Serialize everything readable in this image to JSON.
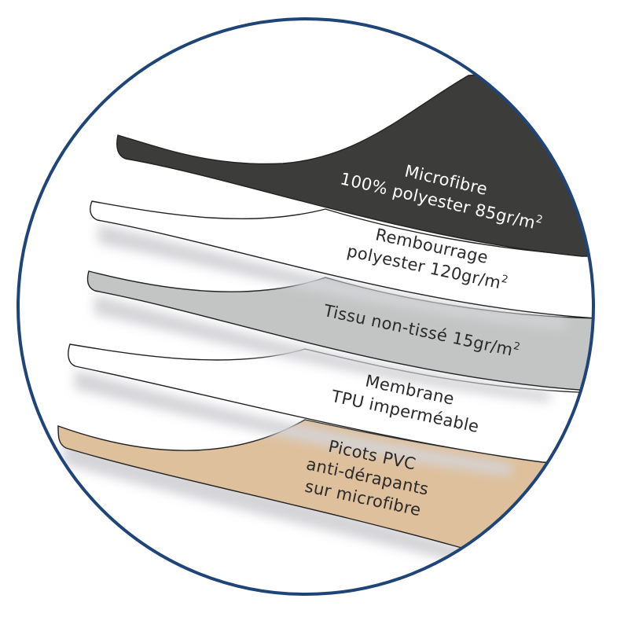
{
  "colors": {
    "circle_border": "#1f4478",
    "outline": "#222222",
    "shadow": "#d4d4d8"
  },
  "layers": [
    {
      "id": "microfibre",
      "fill": "#3c3c3a",
      "text_color": "#ffffff",
      "lines": [
        {
          "text": "Microfibre"
        },
        {
          "text": "100% polyester 85gr/m",
          "sup": "2"
        }
      ]
    },
    {
      "id": "rembourrage",
      "fill": "#ffffff",
      "text_color": "#2a2a2a",
      "lines": [
        {
          "text": "Rembourrage"
        },
        {
          "text": "polyester 120gr/m",
          "sup": "2"
        }
      ]
    },
    {
      "id": "tissu",
      "fill": "#c2c5c3",
      "text_color": "#2a2a2a",
      "lines": [
        {
          "text": "Tissu non-tissé 15gr/m",
          "sup": "2"
        }
      ]
    },
    {
      "id": "membrane",
      "fill": "#ffffff",
      "text_color": "#2a2a2a",
      "lines": [
        {
          "text": "Membrane"
        },
        {
          "text": "TPU imperméable"
        }
      ]
    },
    {
      "id": "picots",
      "fill": "#dec09c",
      "text_color": "#2a2a2a",
      "lines": [
        {
          "text": "Picots PVC"
        },
        {
          "text": "anti-dérapants"
        },
        {
          "text": "sur microfibre"
        }
      ]
    }
  ]
}
